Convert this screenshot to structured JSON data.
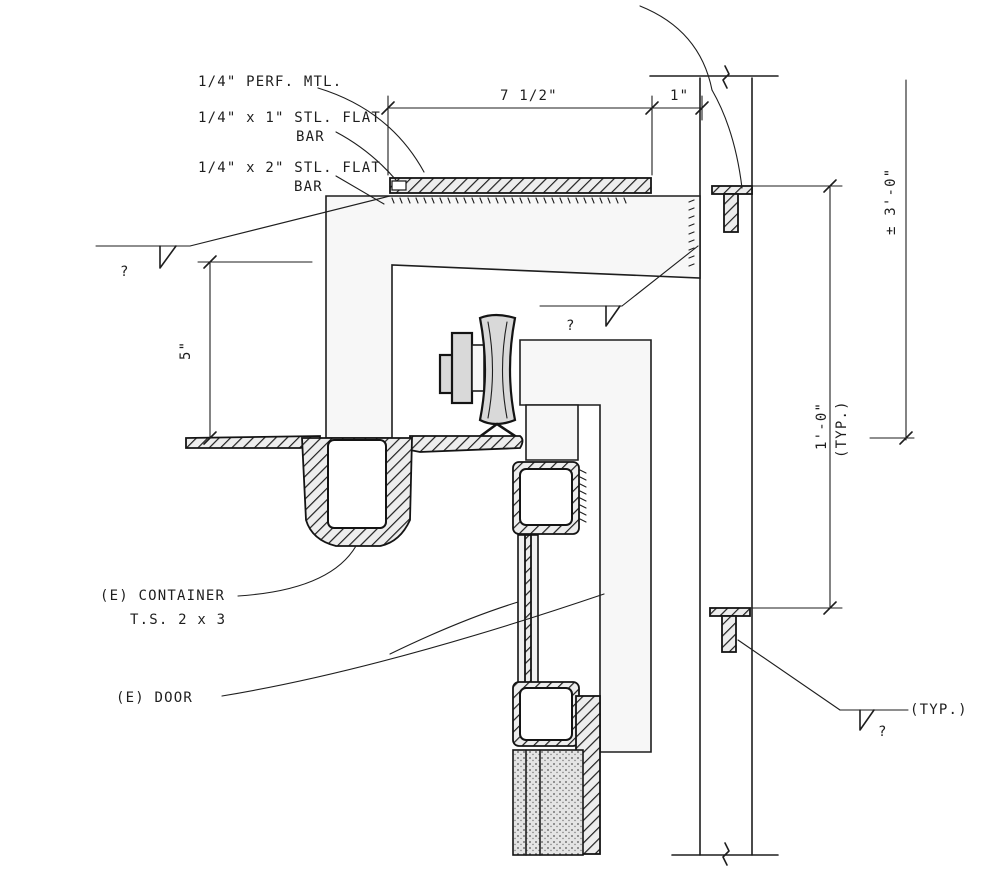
{
  "labels": {
    "perf_mtl": "1/4\" PERF. MTL.",
    "flat_bar_1_line1": "1/4\" x 1\" STL. FLAT",
    "flat_bar_1_line2": "BAR",
    "flat_bar_2_line1": "1/4\" x 2\" STL. FLAT",
    "flat_bar_2_line2": "BAR",
    "container_line1": "(E) CONTAINER",
    "container_line2": "T.S. 2 x 3",
    "door": "(E) DOOR",
    "typ_right": "(TYP.)"
  },
  "dimensions": {
    "width_7_5": "7 1/2\"",
    "width_1": "1\"",
    "height_5": "5\"",
    "spacing_1_0": "1'-0\"",
    "spacing_typ": "(TYP.)",
    "approx_3_0": "± 3'-0\""
  },
  "weld_symbols": {
    "left_q": "?",
    "mid_q": "?",
    "right_q": "?"
  }
}
